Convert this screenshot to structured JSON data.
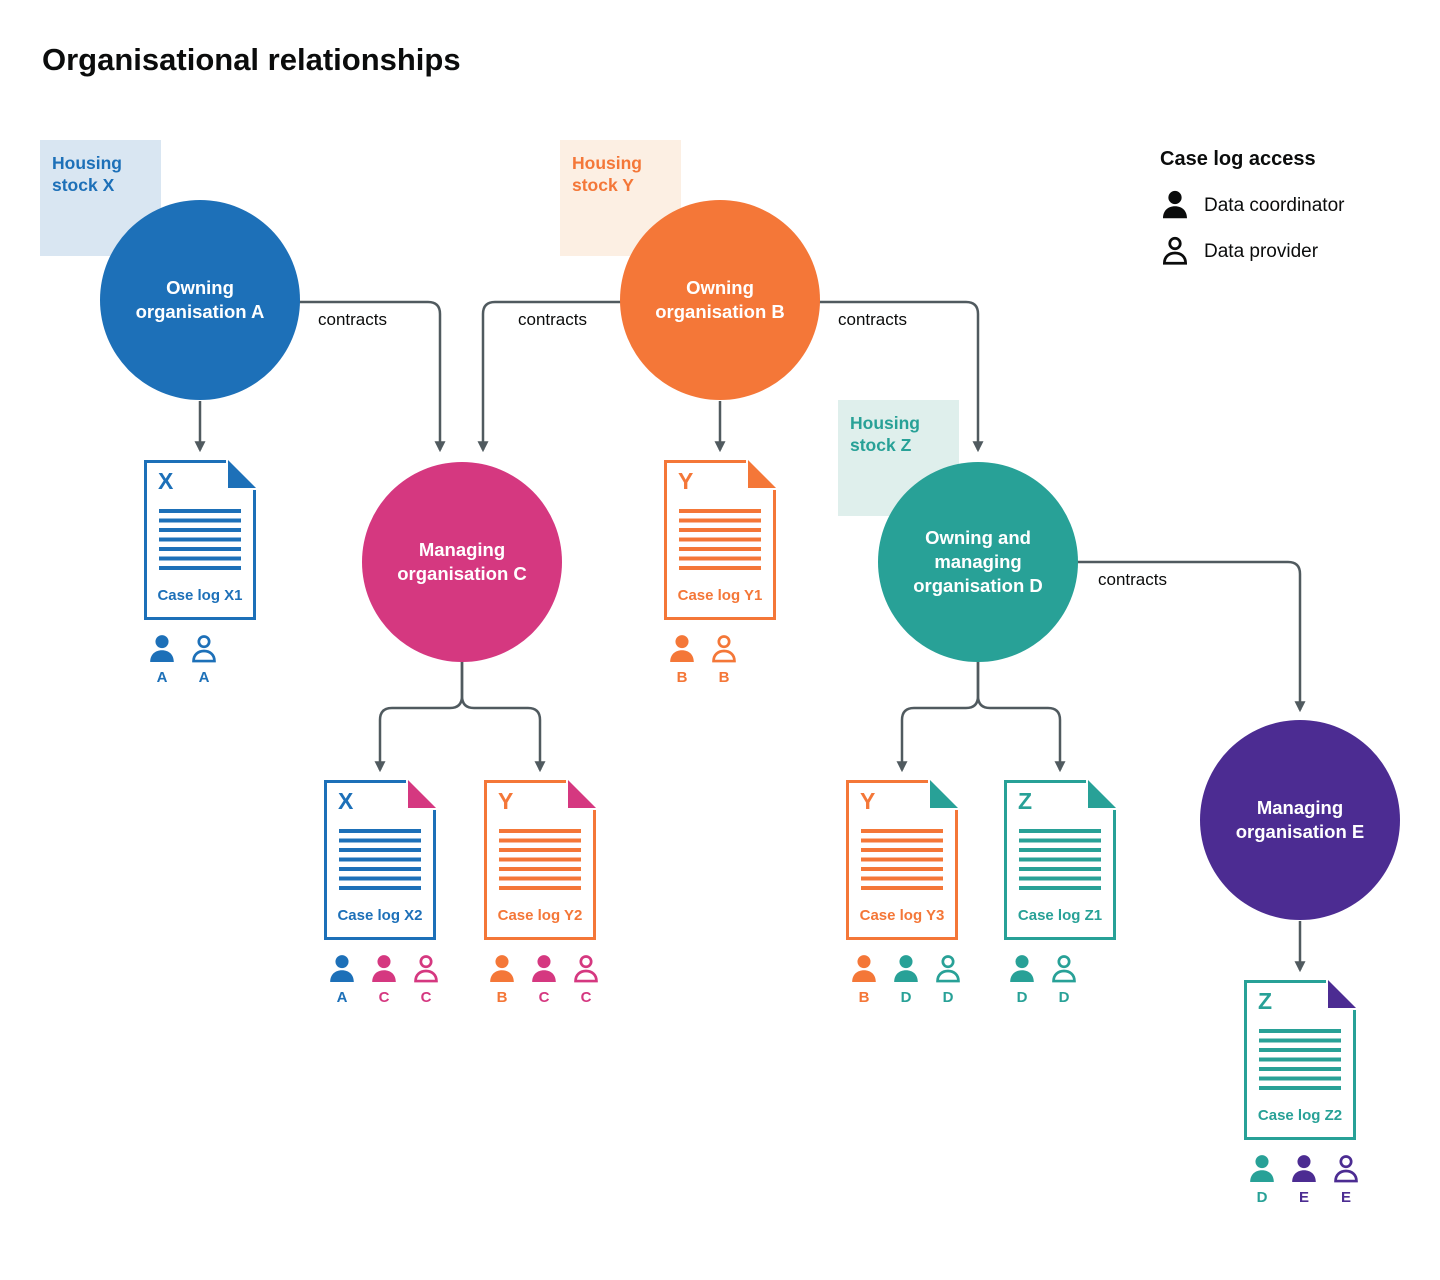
{
  "title": "Organisational relationships",
  "colors": {
    "blue": "#1d70b8",
    "orange": "#f47738",
    "pink": "#d53880",
    "teal": "#28a197",
    "purple": "#4c2c92",
    "black": "#0b0c0c",
    "arrow": "#505a5f",
    "light_blue": "#d9e6f2",
    "light_orange": "#fcefe3",
    "light_teal": "#dfefec"
  },
  "legend": {
    "title": "Case log access",
    "items": [
      {
        "role": "coordinator",
        "label": "Data coordinator",
        "color": "black"
      },
      {
        "role": "provider",
        "label": "Data provider",
        "color": "black"
      }
    ]
  },
  "housing_stocks": [
    {
      "id": "X",
      "label": "Housing stock X",
      "color": "blue",
      "bg": "light_blue"
    },
    {
      "id": "Y",
      "label": "Housing stock Y",
      "color": "orange",
      "bg": "light_orange"
    },
    {
      "id": "Z",
      "label": "Housing stock Z",
      "color": "teal",
      "bg": "light_teal"
    }
  ],
  "organisations": [
    {
      "id": "A",
      "label": "Owning organisation A",
      "color": "blue"
    },
    {
      "id": "B",
      "label": "Owning organisation B",
      "color": "orange"
    },
    {
      "id": "C",
      "label": "Managing organisation C",
      "color": "pink"
    },
    {
      "id": "D",
      "label": "Owning and managing organisation D",
      "color": "teal"
    },
    {
      "id": "E",
      "label": "Managing organisation E",
      "color": "purple"
    }
  ],
  "contracts_label": "contracts",
  "case_logs": [
    {
      "id": "X1",
      "letter": "X",
      "label": "Case log X1",
      "color": "blue",
      "fold": "blue",
      "access": [
        {
          "role": "coordinator",
          "org": "A",
          "color": "blue"
        },
        {
          "role": "provider",
          "org": "A",
          "color": "blue"
        }
      ]
    },
    {
      "id": "Y1",
      "letter": "Y",
      "label": "Case log Y1",
      "color": "orange",
      "fold": "orange",
      "access": [
        {
          "role": "coordinator",
          "org": "B",
          "color": "orange"
        },
        {
          "role": "provider",
          "org": "B",
          "color": "orange"
        }
      ]
    },
    {
      "id": "X2",
      "letter": "X",
      "label": "Case log X2",
      "color": "blue",
      "fold": "pink",
      "access": [
        {
          "role": "coordinator",
          "org": "A",
          "color": "blue"
        },
        {
          "role": "coordinator",
          "org": "C",
          "color": "pink"
        },
        {
          "role": "provider",
          "org": "C",
          "color": "pink"
        }
      ]
    },
    {
      "id": "Y2",
      "letter": "Y",
      "label": "Case log Y2",
      "color": "orange",
      "fold": "pink",
      "access": [
        {
          "role": "coordinator",
          "org": "B",
          "color": "orange"
        },
        {
          "role": "coordinator",
          "org": "C",
          "color": "pink"
        },
        {
          "role": "provider",
          "org": "C",
          "color": "pink"
        }
      ]
    },
    {
      "id": "Y3",
      "letter": "Y",
      "label": "Case log Y3",
      "color": "orange",
      "fold": "teal",
      "access": [
        {
          "role": "coordinator",
          "org": "B",
          "color": "orange"
        },
        {
          "role": "coordinator",
          "org": "D",
          "color": "teal"
        },
        {
          "role": "provider",
          "org": "D",
          "color": "teal"
        }
      ]
    },
    {
      "id": "Z1",
      "letter": "Z",
      "label": "Case log Z1",
      "color": "teal",
      "fold": "teal",
      "access": [
        {
          "role": "coordinator",
          "org": "D",
          "color": "teal"
        },
        {
          "role": "provider",
          "org": "D",
          "color": "teal"
        }
      ]
    },
    {
      "id": "Z2",
      "letter": "Z",
      "label": "Case log Z2",
      "color": "teal",
      "fold": "purple",
      "access": [
        {
          "role": "coordinator",
          "org": "D",
          "color": "teal"
        },
        {
          "role": "coordinator",
          "org": "E",
          "color": "purple"
        },
        {
          "role": "provider",
          "org": "E",
          "color": "purple"
        }
      ]
    }
  ]
}
